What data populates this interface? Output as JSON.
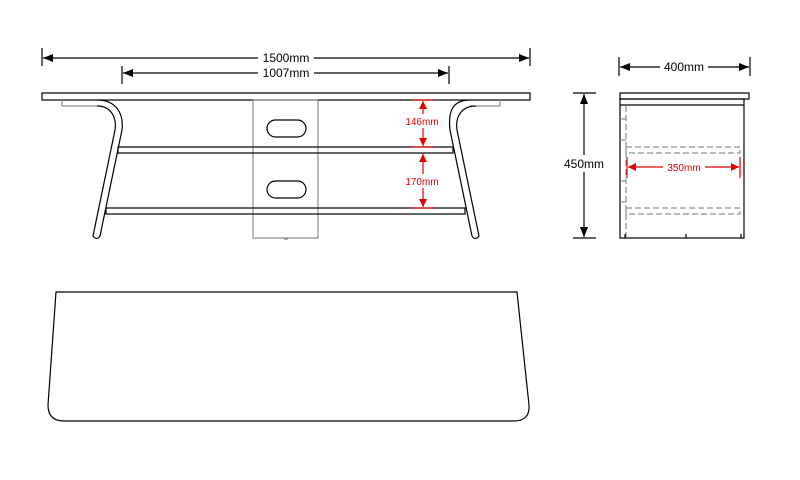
{
  "front_view": {
    "overall_width": "1500mm",
    "inner_width": "1007mm",
    "top_shelf_gap": "146mm",
    "lower_shelf_gap": "170mm"
  },
  "side_view": {
    "depth": "400mm",
    "height": "450mm",
    "shelf_depth": "350mm"
  },
  "colors": {
    "line": "#000000",
    "dimension_accent": "#e00000",
    "hidden_line": "#777777"
  }
}
